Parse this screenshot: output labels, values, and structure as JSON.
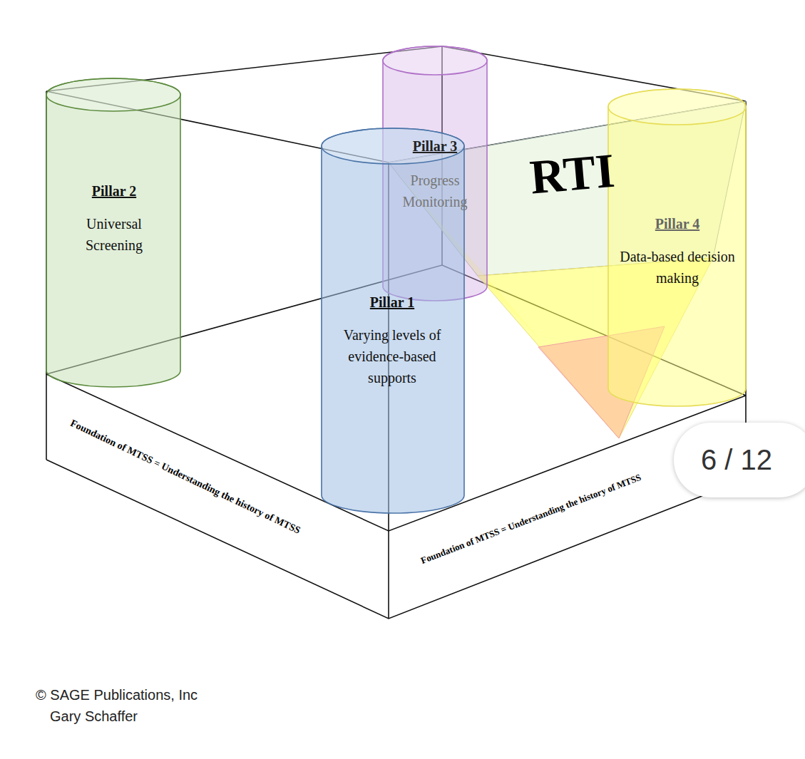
{
  "diagram": {
    "nodes": [
      {
        "text": [
          "Pillar 2",
          "Universal Screening"
        ]
      },
      {
        "text": [
          "Pillar 3",
          "Progress Monitoring"
        ]
      },
      {
        "text": [
          "Pillar 1",
          "Varying levels of evidence-based supports"
        ]
      },
      {
        "text": [
          "Pillar 4",
          "Data-based decision making"
        ]
      }
    ],
    "labels": [
      "RTI",
      "Foundation of MTSS = Understanding the history of MTSS",
      "Foundation of MTSS = Understanding the history of MTSS",
      "6 / 12",
      "© SAGE Publications, Inc",
      "Gary Schaffer"
    ]
  }
}
